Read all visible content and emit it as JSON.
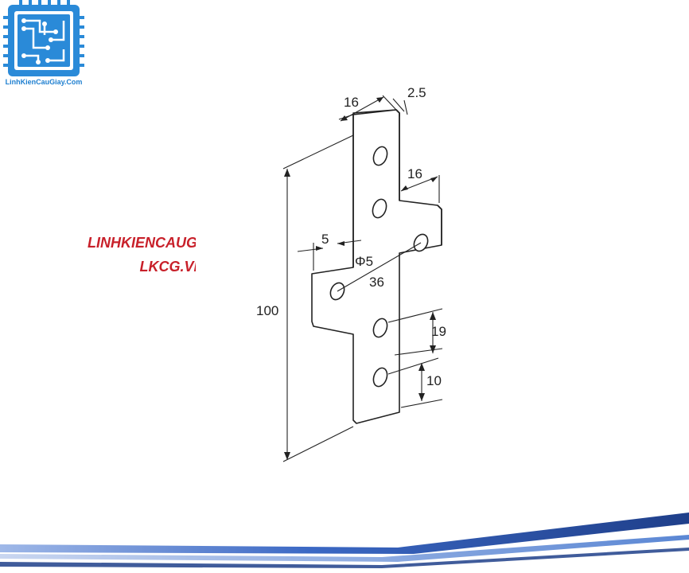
{
  "logo": {
    "icon": "circuit-chip-icon",
    "caption": "LinhKienCauGiay.Com",
    "color": "#2a8ad8"
  },
  "watermark": {
    "line1": "LINHKIENCAUGIAY.COM",
    "line2": "LKCG.VN",
    "color": "#c8202a"
  },
  "diagram": {
    "dimensions": {
      "top_width": "16",
      "thickness": "2.5",
      "arm_width": "16",
      "offset": "5",
      "hole_diameter": "Φ5",
      "hole_span": "36",
      "total_height": "100",
      "hole_pitch": "19",
      "edge_to_hole": "10"
    }
  },
  "decor": {
    "stripe_dark": "#1f3f8a",
    "stripe_light": "#5b87d4"
  }
}
